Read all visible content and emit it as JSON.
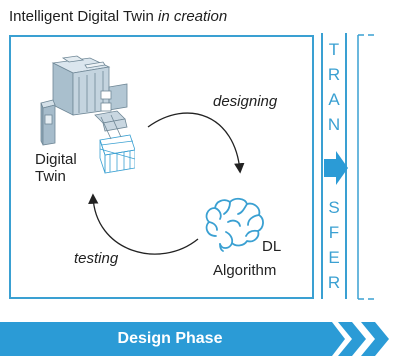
{
  "header": {
    "title_main": "Intelligent Digital Twin",
    "title_italic": "in creation"
  },
  "diagram": {
    "digital_twin": {
      "line1": "Digital",
      "line2": "Twin"
    },
    "dl_algorithm": {
      "line1": "DL",
      "line2": "Algorithm"
    },
    "arrow_designing": "designing",
    "arrow_testing": "testing"
  },
  "transfer": {
    "letters": [
      "T",
      "R",
      "A",
      "N",
      "S",
      "F",
      "E",
      "R"
    ]
  },
  "phase": {
    "label": "Design Phase"
  },
  "colors": {
    "accent": "#3aa0d2",
    "phase_bar": "#2b9bd6",
    "chevron": "#2b9bd6"
  },
  "icons": {
    "machine": "machine-illustration-icon",
    "brain": "brain-icon",
    "transfer_arrow": "arrow-right-icon",
    "chevrons": "double-chevron-icon"
  }
}
